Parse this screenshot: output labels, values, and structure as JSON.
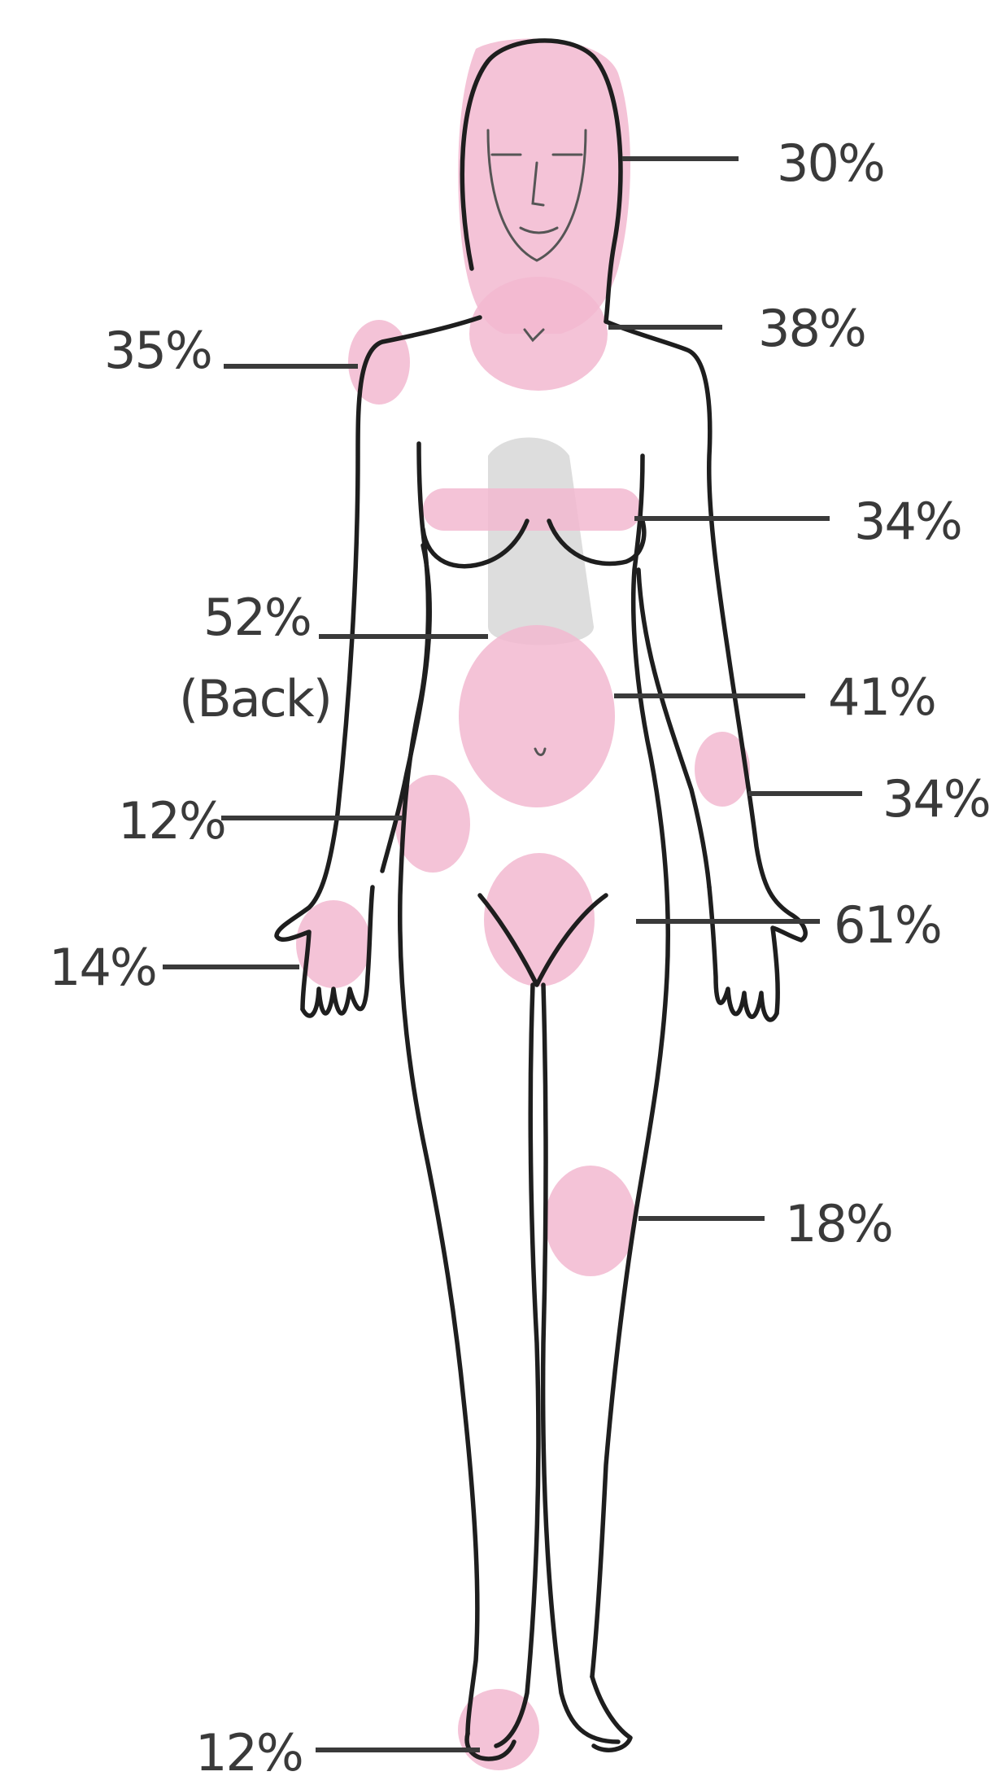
{
  "colors": {
    "highlight": "#f2b8d0",
    "back_region": "#d4d4d4",
    "outline": "#1e1e1e",
    "label_text": "#3a3a3a"
  },
  "regions": [
    {
      "id": "head",
      "label": "30%"
    },
    {
      "id": "neck",
      "label": "38%"
    },
    {
      "id": "shoulder",
      "label": "35%"
    },
    {
      "id": "chest",
      "label": "34%"
    },
    {
      "id": "back",
      "label": "52%",
      "sublabel": "(Back)"
    },
    {
      "id": "abdomen",
      "label": "41%"
    },
    {
      "id": "elbow",
      "label": "34%"
    },
    {
      "id": "hip",
      "label": "12%"
    },
    {
      "id": "hand",
      "label": "14%"
    },
    {
      "id": "pelvis",
      "label": "61%"
    },
    {
      "id": "knee",
      "label": "18%"
    },
    {
      "id": "foot",
      "label": "12%"
    }
  ]
}
